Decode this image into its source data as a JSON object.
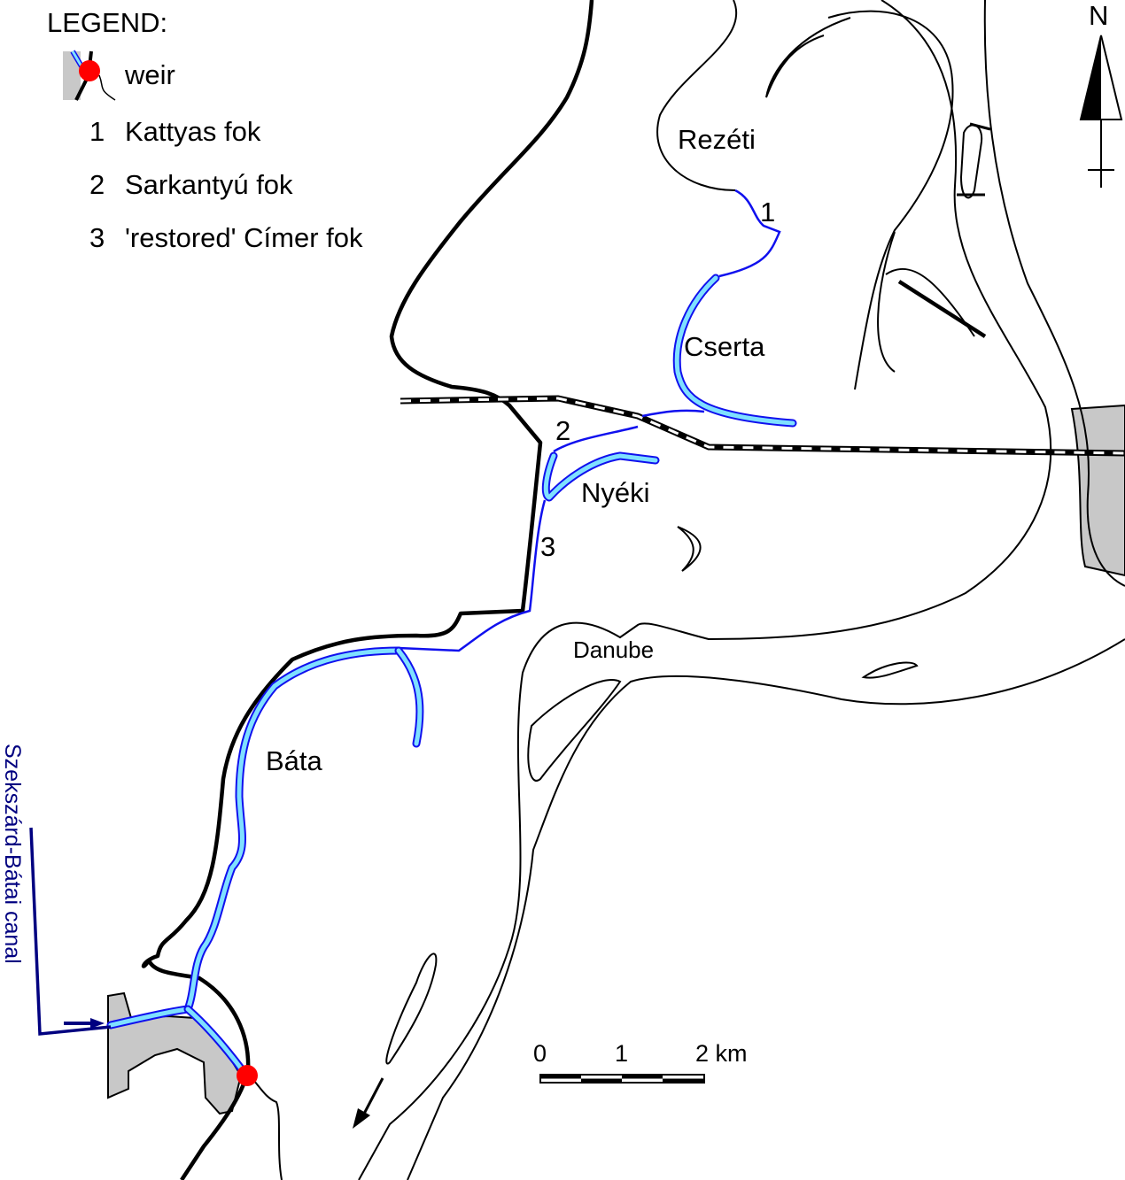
{
  "legend": {
    "title": "LEGEND:",
    "weir_label": "weir",
    "items": [
      {
        "number": "1",
        "label": "Kattyas fok"
      },
      {
        "number": "2",
        "label": "Sarkantyú fok"
      },
      {
        "number": "3",
        "label": "'restored' Címer fok"
      }
    ]
  },
  "places": {
    "rezeti": "Rezéti",
    "cserta": "Cserta",
    "nyeki": "Nyéki",
    "danube": "Danube",
    "bata": "Báta",
    "canal": "Szekszárd-Bátai canal"
  },
  "markers": {
    "one": "1",
    "two": "2",
    "three": "3"
  },
  "north": "N",
  "scale": {
    "zero": "0",
    "one": "1",
    "two": "2 km"
  },
  "colors": {
    "channel": "#7fe0ff",
    "channel_outline": "#1010ee",
    "weir": "#ff0000",
    "canal": "#000080"
  }
}
